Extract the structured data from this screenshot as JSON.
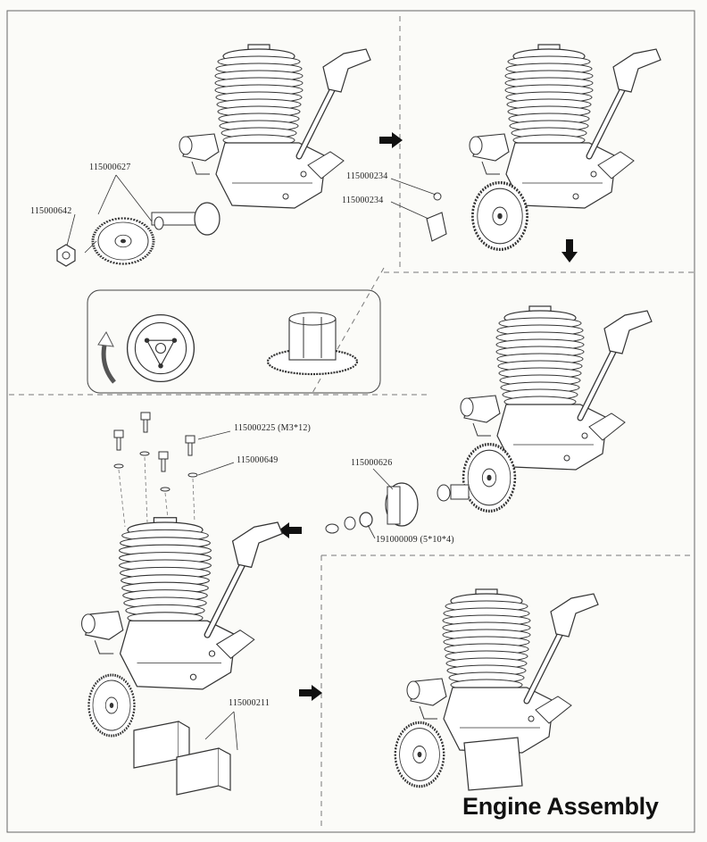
{
  "page_title": "Engine Assembly",
  "part_numbers": {
    "p1_clutch_gear": "115000627",
    "p1_nut": "115000642",
    "p2_shoe_a": "115000234",
    "p2_shoe_b": "115000234",
    "p4_screw": "115000225 (M3*12)",
    "p4_washer": "115000649",
    "p4_bell": "115000626",
    "p4_bearing": "191000009 (5*10*4)",
    "p5_mount": "115000211"
  },
  "icons": [
    "step-arrow-icon",
    "rotation-arrow-icon"
  ],
  "colors": {
    "line": "#333333",
    "dash": "#777777",
    "paper": "#fbfbf8"
  }
}
